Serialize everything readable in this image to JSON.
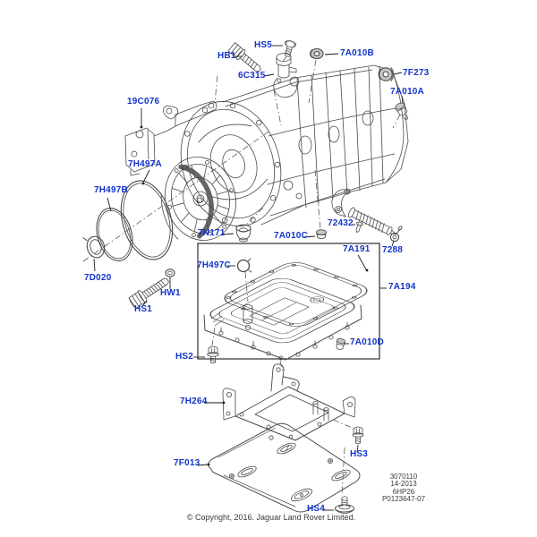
{
  "labels": {
    "hb1": "HB1",
    "hs5": "HS5",
    "7a010b": "7A010B",
    "6c315": "6C315",
    "7f273": "7F273",
    "7a010a": "7A010A",
    "19c076": "19C076",
    "7h497a": "7H497A",
    "7h497b": "7H497B",
    "7d020": "7D020",
    "hs1": "HS1",
    "hw1": "HW1",
    "7n171": "7N171",
    "7a010c": "7A010C",
    "72432": "72432",
    "7288": "7288",
    "7a191": "7A191",
    "7h497c": "7H497C",
    "7a194": "7A194",
    "7a010d": "7A010D",
    "hs2": "HS2",
    "7h264": "7H264",
    "7f013": "7F013",
    "hs3": "HS3",
    "hs4": "HS4"
  },
  "footer": {
    "copyright": "© Copyright, 2016. Jaguar Land Rover Limited.",
    "info_lines": [
      "3070110",
      "14-2013",
      "6HP26",
      "P0123647-07"
    ]
  },
  "colors": {
    "part_label_blue": "#1233cc",
    "line_dark": "#4a4a4a"
  }
}
